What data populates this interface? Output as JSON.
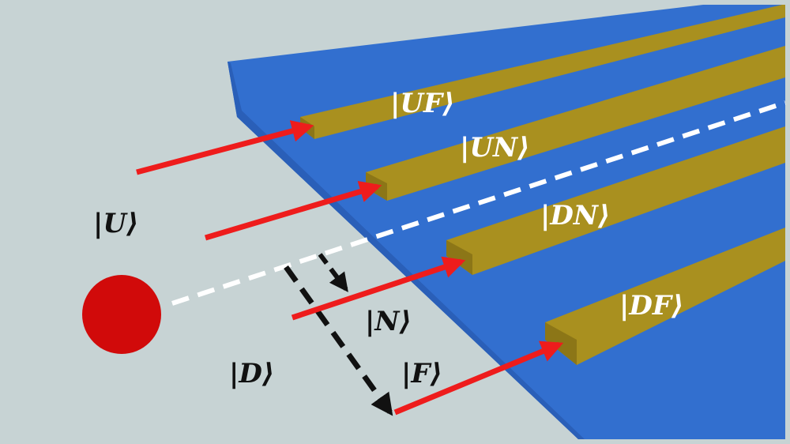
{
  "colors": {
    "background": "#c7d3d4",
    "substrate": "#326fcf",
    "substrate_edge": "#2a5fb8",
    "waveguide": "#a9901f",
    "waveguide_dark": "#8c7617",
    "arrow_red": "#ee1c1c",
    "particle": "#d10a0a",
    "dashed_white": "#ffffff",
    "dashed_black": "#111111"
  },
  "labels": {
    "ket_UF": "|UF⟩",
    "ket_UN": "|UN⟩",
    "ket_DN": "|DN⟩",
    "ket_DF": "|DF⟩",
    "ket_U": "|U⟩",
    "ket_N": "|N⟩",
    "ket_D": "|D⟩",
    "ket_F": "|F⟩"
  }
}
